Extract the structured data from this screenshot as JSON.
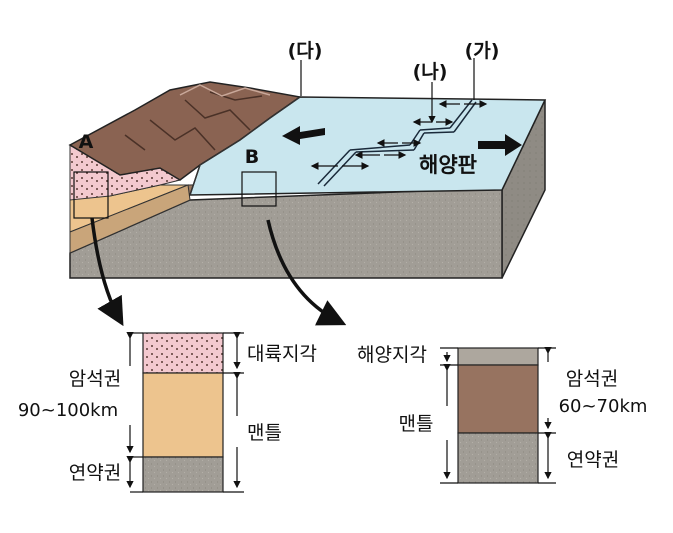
{
  "block": {
    "label_da": "(다)",
    "label_na": "(나)",
    "label_ga": "(가)",
    "label_A": "A",
    "label_B": "B",
    "ocean_plate": "해양판"
  },
  "column_A": {
    "crust": "대륙지각",
    "lithosphere": "암석권",
    "lithosphere_thickness": "90~100km",
    "asthenosphere": "연약권",
    "mantle": "맨틀"
  },
  "column_B": {
    "crust": "해양지각",
    "lithosphere": "암석권",
    "lithosphere_thickness": "60~70km",
    "asthenosphere": "연약권",
    "mantle": "맨틀"
  },
  "colors": {
    "ocean": "#c9e6ee",
    "continent_brown": "#8a6352",
    "crust_pink": "#f3c9cf",
    "lith_orange": "#edc48e",
    "astheno_gray": "#a9a49c",
    "oceanic_lith_brown": "#977360",
    "block_gray": "#a19d96"
  }
}
